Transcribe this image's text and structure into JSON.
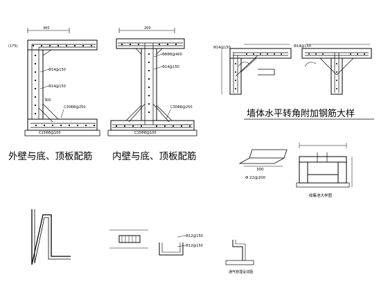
{
  "captions": {
    "outer_wall": "外壁与底、顶板配筋",
    "inner_wall": "内壁与底、顶板配筋",
    "corner_detail": "墙体水平转角附加钢筋大样"
  },
  "labels": {
    "outer_top_dim": "300",
    "outer_side_dim": "(175)",
    "outer_bar_mid_1": "Φ14@150",
    "outer_bar_mid_2": "Φ14@150",
    "outer_dim_300": "300",
    "outer_c30": "C30Φ8@250",
    "outer_c15": "C15Φ8@100",
    "inner_top_dim": "200",
    "inner_bar_1": "Φ8Φ8@400",
    "inner_bar_2": "Φ14@150",
    "inner_c30": "C30Φ8@250",
    "inner_c15": "C15Φ8@100",
    "corner_bar_left": "Φ14@150",
    "corner_bar_right": "Φ14@150",
    "bar_note": "Φ 22@200",
    "bar_dim_300": "300",
    "section_caption": "收集池大样图",
    "pipe_caption": "通气管埋设详图",
    "pipe_bar_1": "Φ12@150",
    "pipe_bar_2": "Φ12@150"
  }
}
